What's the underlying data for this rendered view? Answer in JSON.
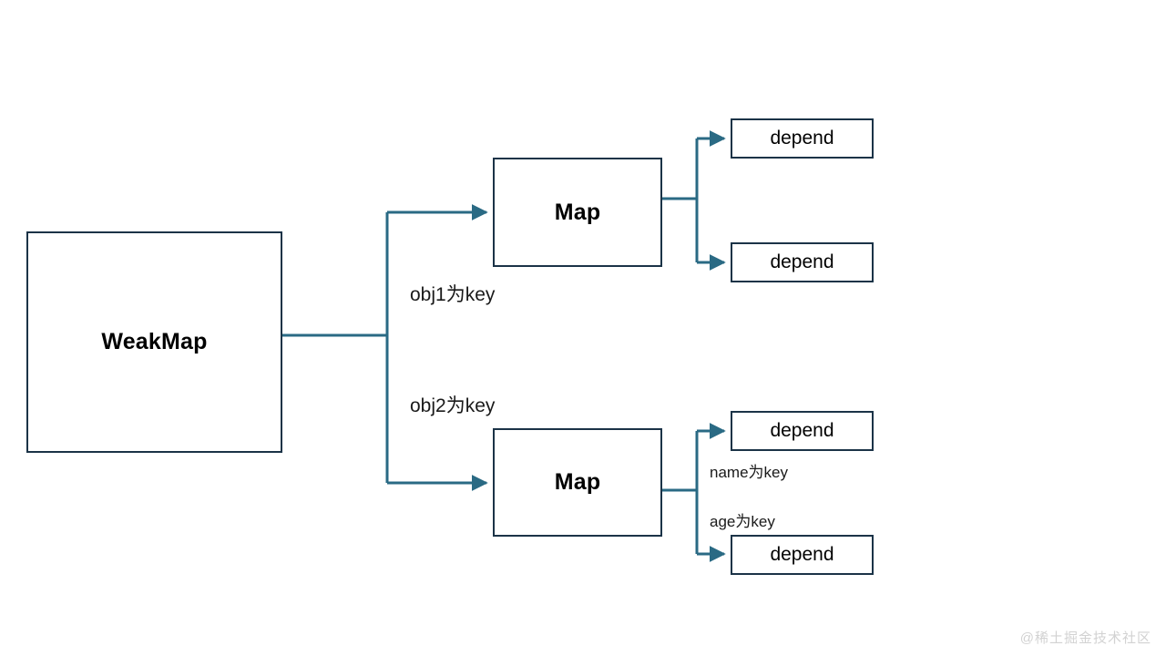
{
  "diagram": {
    "title": "WeakMap to Map to depend structure",
    "colors": {
      "box_border": "#1b3347",
      "connector": "#2a6a84",
      "text": "#000000",
      "background": "#ffffff",
      "watermark": "#d2d2d2"
    },
    "nodes": {
      "weakmap": {
        "label": "WeakMap"
      },
      "map_top": {
        "label": "Map"
      },
      "map_bottom": {
        "label": "Map"
      },
      "depend_1": {
        "label": "depend"
      },
      "depend_2": {
        "label": "depend"
      },
      "depend_3": {
        "label": "depend"
      },
      "depend_4": {
        "label": "depend"
      }
    },
    "edge_labels": {
      "obj1_key": "obj1为key",
      "obj2_key": "obj2为key",
      "name_key": "name为key",
      "age_key": "age为key"
    }
  },
  "watermark": {
    "text": "@稀土掘金技术社区"
  }
}
